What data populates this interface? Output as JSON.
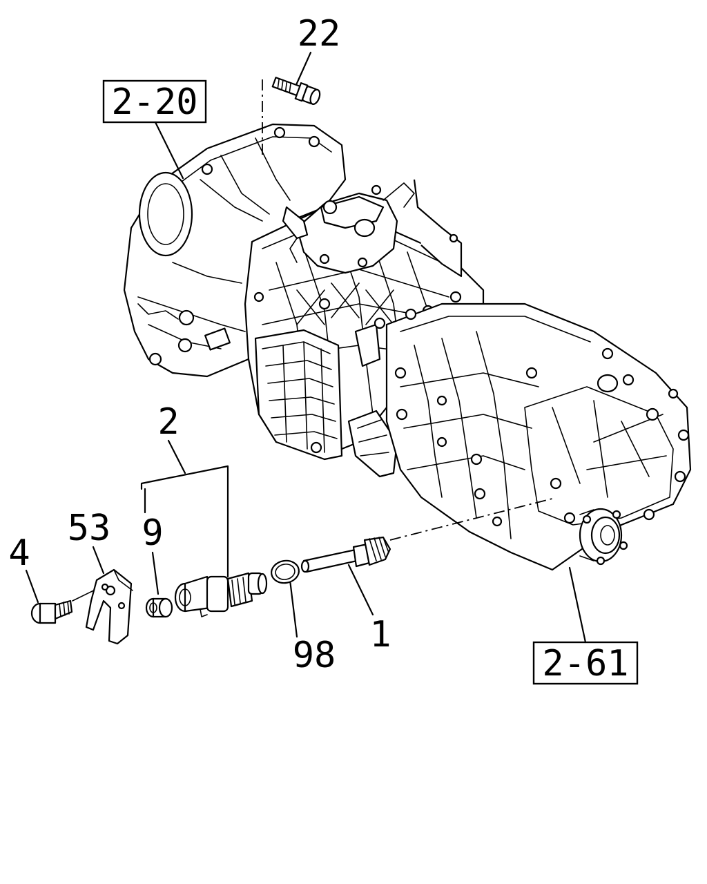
{
  "callouts": {
    "ref_2_20": "2-20",
    "ref_2_61": "2-61",
    "p22": "22",
    "p2": "2",
    "p53": "53",
    "p9": "9",
    "p4": "4",
    "p98": "98",
    "p1": "1"
  }
}
